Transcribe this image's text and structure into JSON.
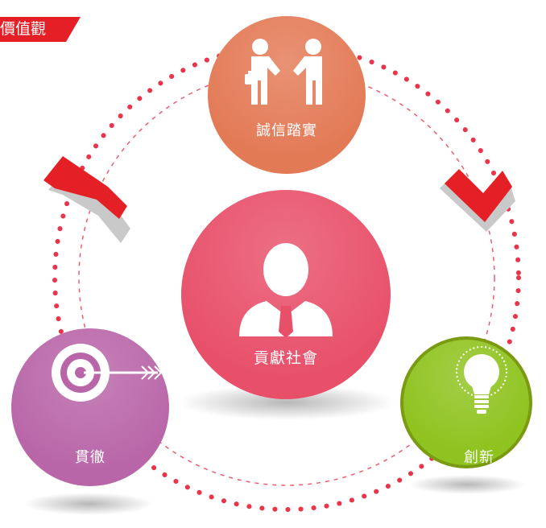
{
  "title": "價值觀",
  "center": {
    "label": "貢獻社會",
    "color": "#e8506a",
    "icon": "person-tie-icon"
  },
  "nodes": {
    "top": {
      "label": "誠信踏實",
      "color": "#e37a56",
      "icon": "handshake-icon"
    },
    "left": {
      "label": "貫徹",
      "color": "#b966a8",
      "icon": "target-arrow-icon"
    },
    "right": {
      "label": "創新",
      "color": "#8fc31f",
      "icon": "light-bulb-icon"
    }
  },
  "colors": {
    "accent": "#e41f26",
    "dotted_ring": "#e9344a",
    "arrow_gray": "#c9c9c9"
  }
}
